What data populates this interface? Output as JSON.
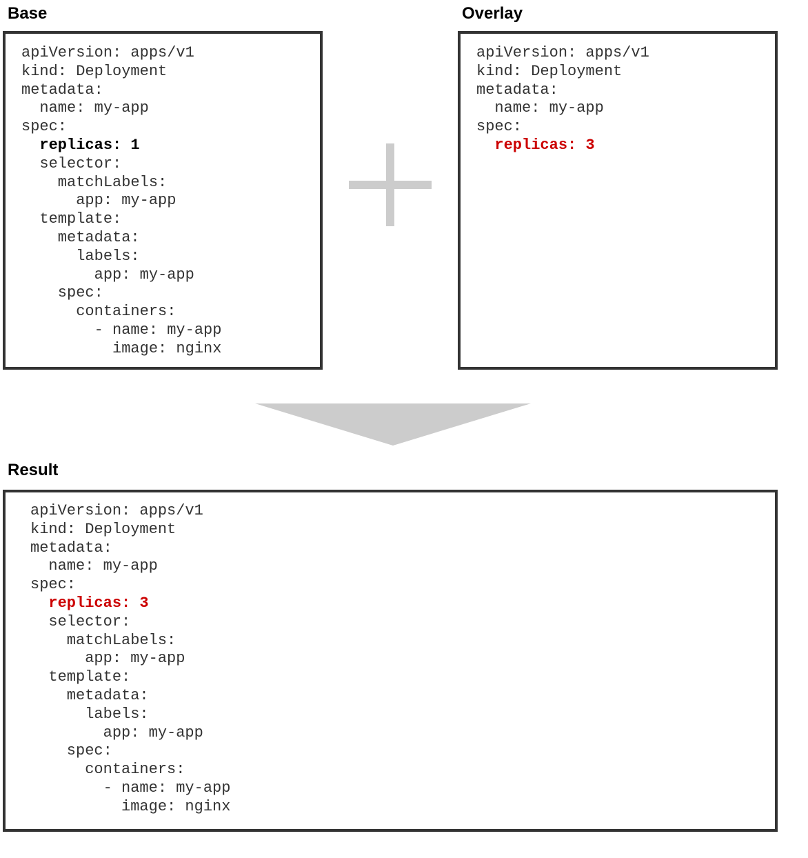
{
  "headings": {
    "base": "Base",
    "overlay": "Overlay",
    "result": "Result"
  },
  "colors": {
    "highlight": "#cc0000",
    "border": "#333333",
    "connector": "#cccccc"
  },
  "base": {
    "lines": [
      {
        "text": "apiVersion: apps/v1",
        "style": "normal"
      },
      {
        "text": "kind: Deployment",
        "style": "normal"
      },
      {
        "text": "metadata:",
        "style": "normal"
      },
      {
        "text": "  name: my-app",
        "style": "normal"
      },
      {
        "text": "spec:",
        "style": "normal"
      },
      {
        "text": "  replicas: 1",
        "style": "bold"
      },
      {
        "text": "  selector:",
        "style": "normal"
      },
      {
        "text": "    matchLabels:",
        "style": "normal"
      },
      {
        "text": "      app: my-app",
        "style": "normal"
      },
      {
        "text": "  template:",
        "style": "normal"
      },
      {
        "text": "    metadata:",
        "style": "normal"
      },
      {
        "text": "      labels:",
        "style": "normal"
      },
      {
        "text": "        app: my-app",
        "style": "normal"
      },
      {
        "text": "    spec:",
        "style": "normal"
      },
      {
        "text": "      containers:",
        "style": "normal"
      },
      {
        "text": "        - name: my-app",
        "style": "normal"
      },
      {
        "text": "          image: nginx",
        "style": "normal"
      }
    ]
  },
  "overlay": {
    "lines": [
      {
        "text": "apiVersion: apps/v1",
        "style": "normal"
      },
      {
        "text": "kind: Deployment",
        "style": "normal"
      },
      {
        "text": "metadata:",
        "style": "normal"
      },
      {
        "text": "  name: my-app",
        "style": "normal"
      },
      {
        "text": "spec:",
        "style": "normal"
      },
      {
        "text": "  replicas: 3",
        "style": "highlight"
      }
    ]
  },
  "result": {
    "lines": [
      {
        "text": "apiVersion: apps/v1",
        "style": "normal"
      },
      {
        "text": "kind: Deployment",
        "style": "normal"
      },
      {
        "text": "metadata:",
        "style": "normal"
      },
      {
        "text": "  name: my-app",
        "style": "normal"
      },
      {
        "text": "spec:",
        "style": "normal"
      },
      {
        "text": "  replicas: 3",
        "style": "highlight"
      },
      {
        "text": "  selector:",
        "style": "normal"
      },
      {
        "text": "    matchLabels:",
        "style": "normal"
      },
      {
        "text": "      app: my-app",
        "style": "normal"
      },
      {
        "text": "  template:",
        "style": "normal"
      },
      {
        "text": "    metadata:",
        "style": "normal"
      },
      {
        "text": "      labels:",
        "style": "normal"
      },
      {
        "text": "        app: my-app",
        "style": "normal"
      },
      {
        "text": "    spec:",
        "style": "normal"
      },
      {
        "text": "      containers:",
        "style": "normal"
      },
      {
        "text": "        - name: my-app",
        "style": "normal"
      },
      {
        "text": "          image: nginx",
        "style": "normal"
      }
    ]
  }
}
